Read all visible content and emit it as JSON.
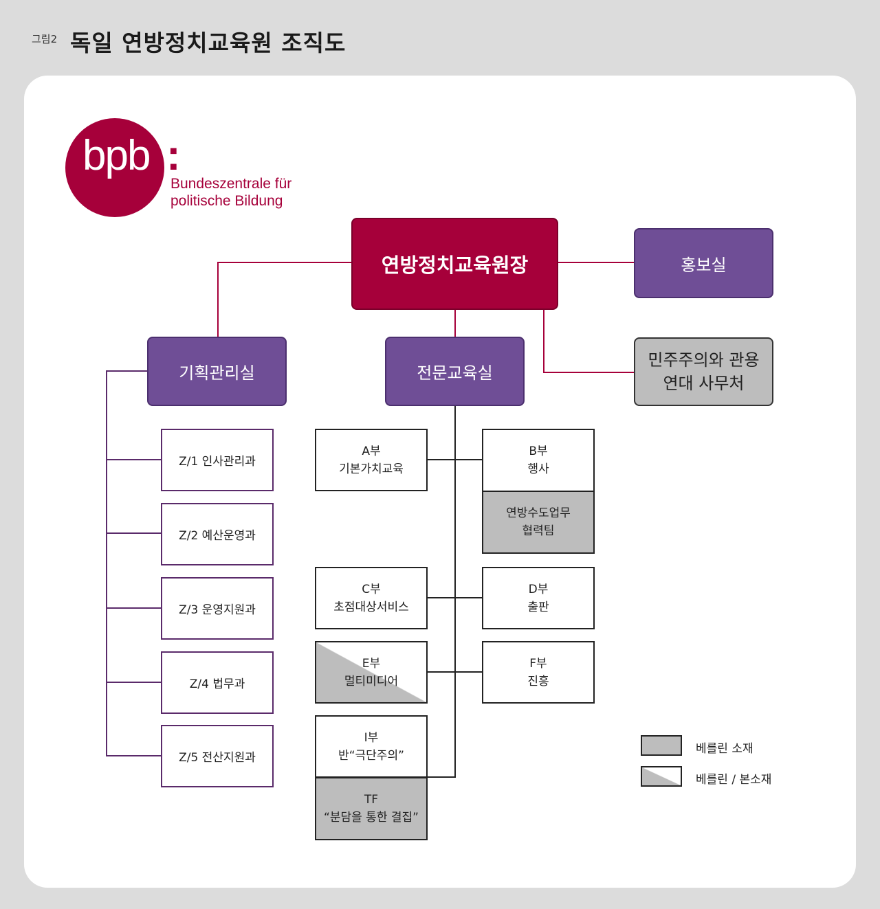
{
  "header": {
    "figure_label": "그림2",
    "title": "독일 연방정치교육원 조직도"
  },
  "logo": {
    "mark": "bpb",
    "colon": ":",
    "text": "Bundeszentrale für\npolitische Bildung",
    "color": "#a6003a"
  },
  "org": {
    "head": "연방정치교육원장",
    "pr_office": "홍보실",
    "democracy_office": "민주주의와 관용\n연대 사무처",
    "planning": "기획관리실",
    "education": "전문교육실",
    "z_units": [
      "Z/1 인사관리과",
      "Z/2 예산운영과",
      "Z/3 운영지원과",
      "Z/4 법무과",
      "Z/5 전산지원과"
    ],
    "dept_a": "A부\n기본가치교육",
    "dept_b": "B부\n행사",
    "dept_b_sub": "연방수도업무\n협력팀",
    "dept_c": "C부\n초점대상서비스",
    "dept_d": "D부\n출판",
    "dept_e": "E부\n멀티미디어",
    "dept_f": "F부\n진흥",
    "dept_i": "I부\n반“극단주의”",
    "dept_tf": "TF\n“분담을 통한 결집”"
  },
  "legend": {
    "berlin": "베를린 소재",
    "berlin_bonn": "베를린 / 본소재"
  },
  "colors": {
    "head": "#a6003a",
    "purple": "#6f4e96",
    "grey": "#bdbdbd",
    "line_red": "#a6003a",
    "line_purple": "#5a2a6a"
  }
}
